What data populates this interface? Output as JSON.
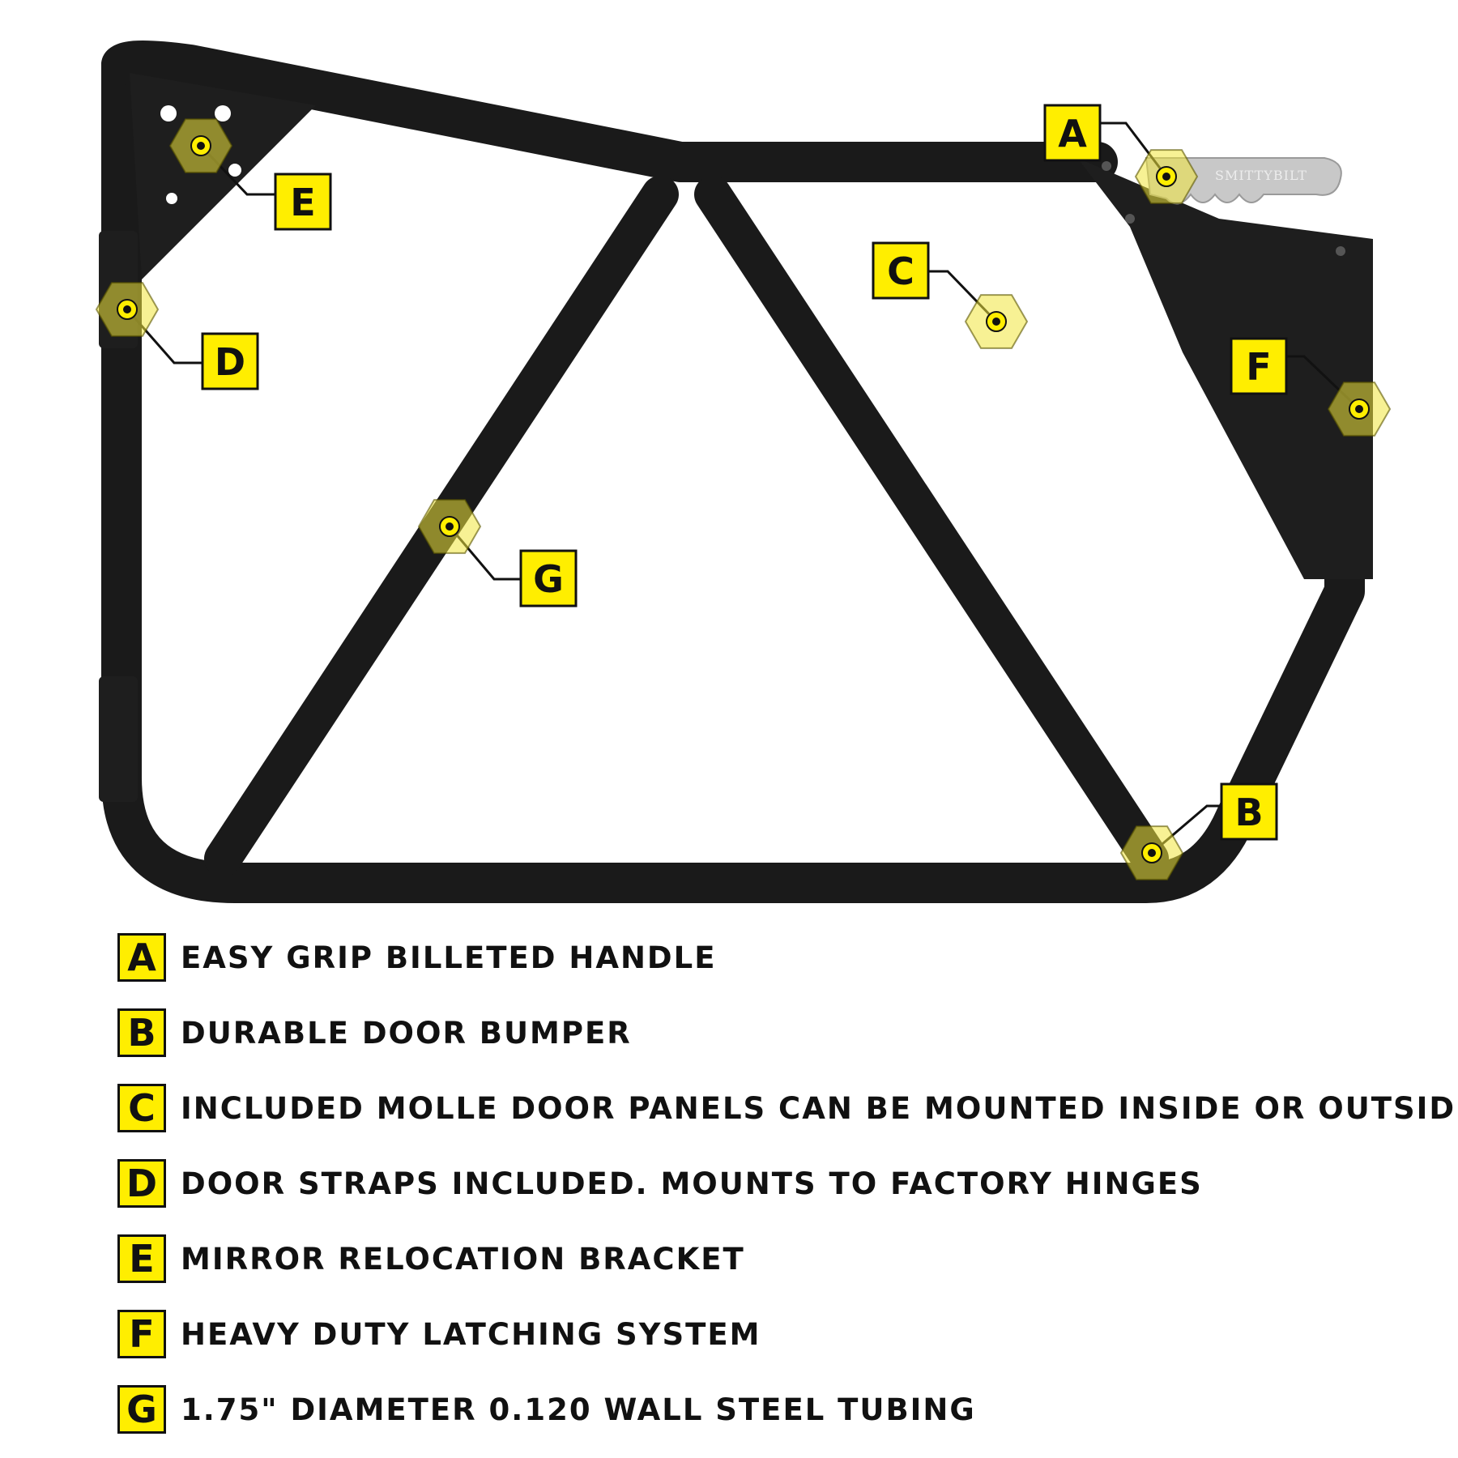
{
  "brand_text": "SMITTYBILT",
  "colors": {
    "frame": "#1a1a1a",
    "accent": "#ffee00",
    "handle": "#c8c8c8"
  },
  "callouts": [
    {
      "letter": "A"
    },
    {
      "letter": "B"
    },
    {
      "letter": "C"
    },
    {
      "letter": "D"
    },
    {
      "letter": "E"
    },
    {
      "letter": "F"
    },
    {
      "letter": "G"
    }
  ],
  "legend": [
    {
      "letter": "A",
      "text": "EASY GRIP BILLETED HANDLE"
    },
    {
      "letter": "B",
      "text": "DURABLE DOOR BUMPER"
    },
    {
      "letter": "C",
      "text": " INCLUDED MOLLE DOOR PANELS CAN BE MOUNTED INSIDE OR OUTSIDE"
    },
    {
      "letter": "D",
      "text": "DOOR STRAPS INCLUDED. MOUNTS TO FACTORY HINGES"
    },
    {
      "letter": "E",
      "text": "MIRROR RELOCATION BRACKET"
    },
    {
      "letter": "F",
      "text": "HEAVY DUTY LATCHING SYSTEM"
    },
    {
      "letter": "G",
      "text": "1.75\" DIAMETER 0.120 WALL STEEL TUBING"
    }
  ]
}
